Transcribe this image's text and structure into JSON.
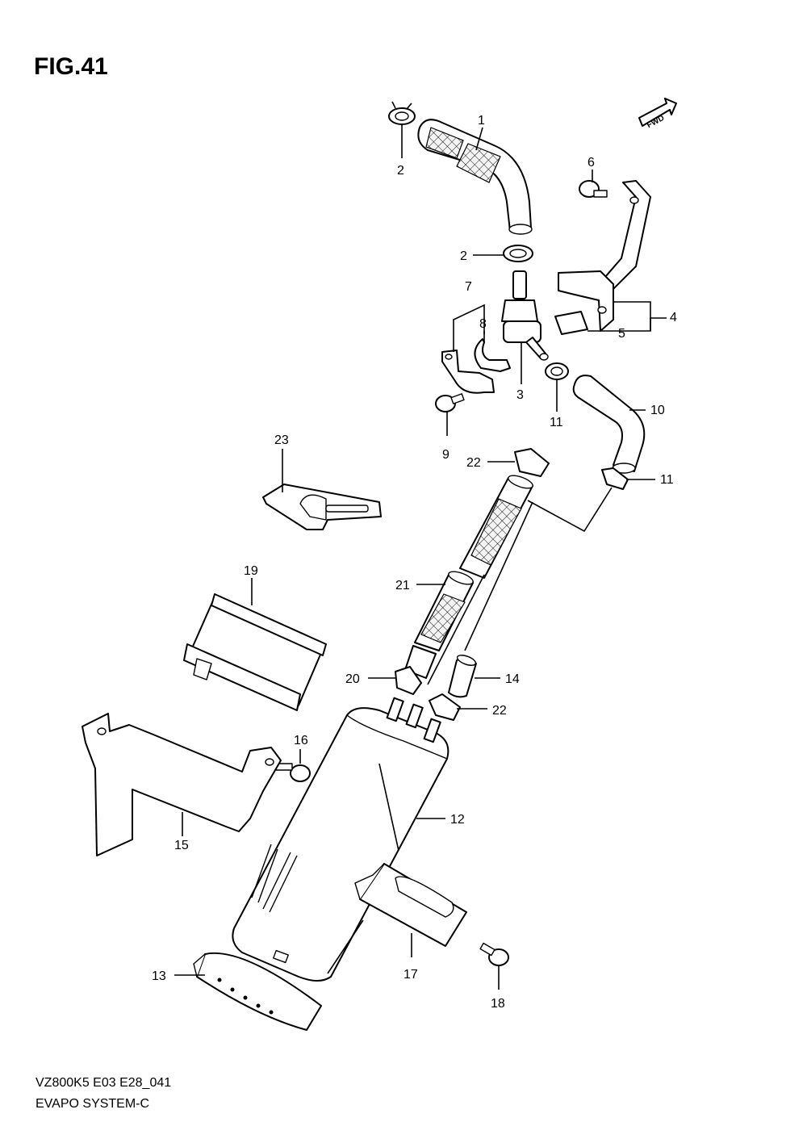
{
  "figure": {
    "title": "FIG.41"
  },
  "badge": {
    "label": "FWD"
  },
  "footer": {
    "model_code": "VZ800K5  E03 E28_041",
    "section": "EVAPO SYSTEM-C"
  },
  "callouts": {
    "n1": "1",
    "n2a": "2",
    "n2b": "2",
    "n3": "3",
    "n4": "4",
    "n5": "5",
    "n6": "6",
    "n7": "7",
    "n8": "8",
    "n9": "9",
    "n10": "10",
    "n11a": "11",
    "n11b": "11",
    "n12": "12",
    "n13": "13",
    "n14": "14",
    "n15": "15",
    "n16": "16",
    "n17": "17",
    "n18": "18",
    "n19": "19",
    "n20": "20",
    "n21": "21",
    "n22a": "22",
    "n22b": "22",
    "n23": "23"
  }
}
